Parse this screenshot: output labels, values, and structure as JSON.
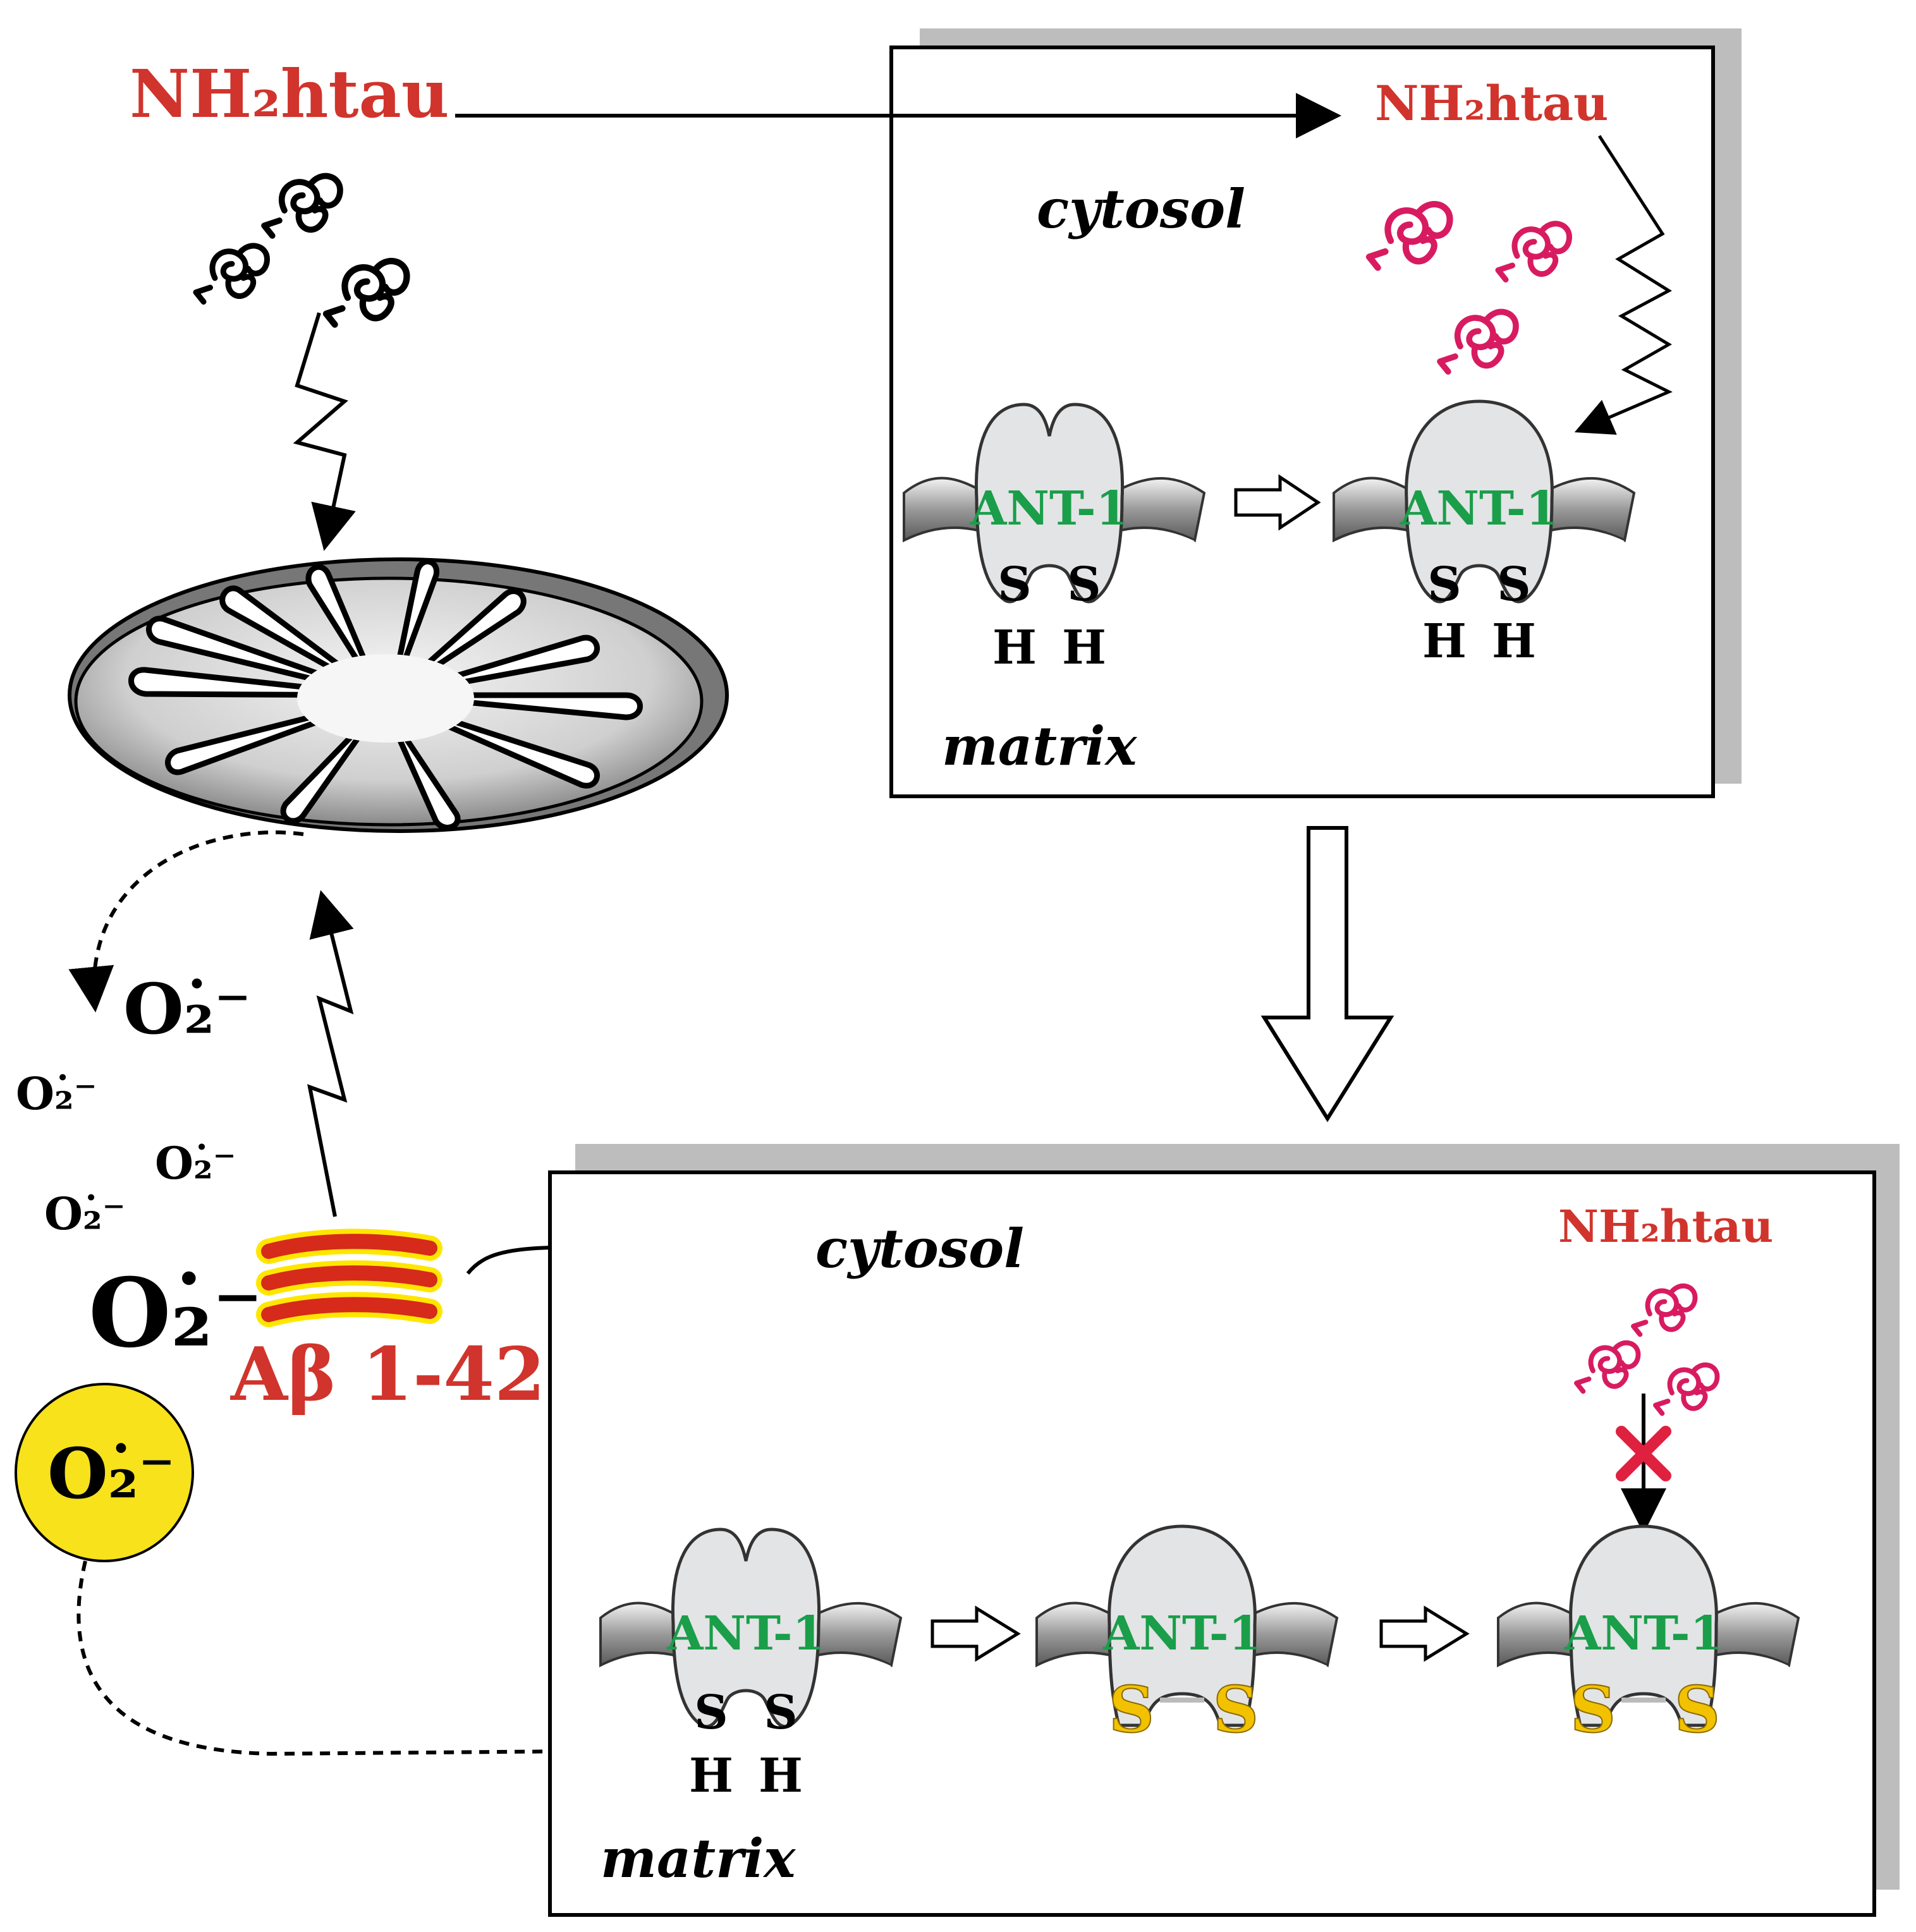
{
  "labels": {
    "tau_main": "NH₂htau",
    "tau_top_panel": "NH₂htau",
    "tau_bottom_panel": "NH₂htau",
    "cytosol_top": "cytosol",
    "matrix_top": "matrix",
    "cytosol_bottom": "cytosol",
    "matrix_bottom": "matrix",
    "abeta": "Aβ 1-42",
    "superoxide": "O₂̇⁻"
  },
  "ant": {
    "label": "ANT-1",
    "thiol_S": "S",
    "thiol_H": "H"
  },
  "colors": {
    "tau_red": "#d0342c",
    "tau_pink": "#d81b60",
    "ant_green": "#1a9e4a",
    "disulfide_yellow": "#f2c200",
    "abeta_red": "#d62a1a",
    "abeta_glow": "#ffe600",
    "superoxide_circle": "#f7e21b",
    "ant_body": "#e3e4e6",
    "panel_shadow": "#bdbdbd"
  }
}
